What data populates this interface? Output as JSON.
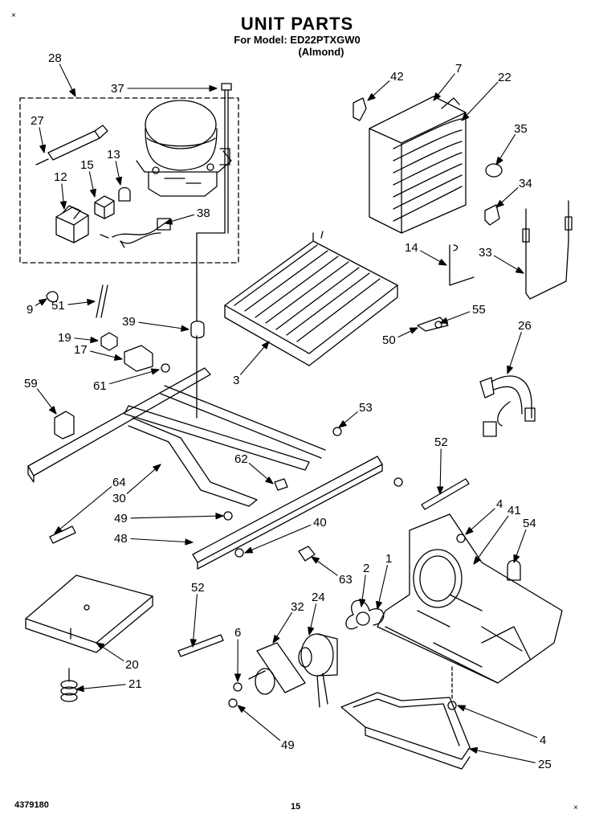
{
  "header": {
    "title": "UNIT PARTS",
    "model_line": "For Model: ED22PTXGW0",
    "color_line": "(Almond)"
  },
  "footer": {
    "part_number": "4379180",
    "page": "15"
  },
  "callouts": [
    {
      "id": "c28",
      "label": "28"
    },
    {
      "id": "c37",
      "label": "37"
    },
    {
      "id": "c27",
      "label": "27"
    },
    {
      "id": "c15",
      "label": "15"
    },
    {
      "id": "c13",
      "label": "13"
    },
    {
      "id": "c12",
      "label": "12"
    },
    {
      "id": "c38",
      "label": "38"
    },
    {
      "id": "c42",
      "label": "42"
    },
    {
      "id": "c7",
      "label": "7"
    },
    {
      "id": "c22",
      "label": "22"
    },
    {
      "id": "c35",
      "label": "35"
    },
    {
      "id": "c34",
      "label": "34"
    },
    {
      "id": "c14",
      "label": "14"
    },
    {
      "id": "c33",
      "label": "33"
    },
    {
      "id": "c9",
      "label": "9"
    },
    {
      "id": "c51",
      "label": "51"
    },
    {
      "id": "c39",
      "label": "39"
    },
    {
      "id": "c55",
      "label": "55"
    },
    {
      "id": "c50",
      "label": "50"
    },
    {
      "id": "c26",
      "label": "26"
    },
    {
      "id": "c19",
      "label": "19"
    },
    {
      "id": "c17",
      "label": "17"
    },
    {
      "id": "c61",
      "label": "61"
    },
    {
      "id": "c3",
      "label": "3"
    },
    {
      "id": "c59",
      "label": "59"
    },
    {
      "id": "c53",
      "label": "53"
    },
    {
      "id": "c52a",
      "label": "52"
    },
    {
      "id": "c62",
      "label": "62"
    },
    {
      "id": "c64",
      "label": "64"
    },
    {
      "id": "c30",
      "label": "30"
    },
    {
      "id": "c49a",
      "label": "49"
    },
    {
      "id": "c4a",
      "label": "4"
    },
    {
      "id": "c41",
      "label": "41"
    },
    {
      "id": "c40",
      "label": "40"
    },
    {
      "id": "c54",
      "label": "54"
    },
    {
      "id": "c48",
      "label": "48"
    },
    {
      "id": "c52b",
      "label": "52"
    },
    {
      "id": "c63",
      "label": "63"
    },
    {
      "id": "c2",
      "label": "2"
    },
    {
      "id": "c1",
      "label": "1"
    },
    {
      "id": "c32",
      "label": "32"
    },
    {
      "id": "c24",
      "label": "24"
    },
    {
      "id": "c6",
      "label": "6"
    },
    {
      "id": "c20",
      "label": "20"
    },
    {
      "id": "c21",
      "label": "21"
    },
    {
      "id": "c4b",
      "label": "4"
    },
    {
      "id": "c49b",
      "label": "49"
    },
    {
      "id": "c25",
      "label": "25"
    }
  ]
}
